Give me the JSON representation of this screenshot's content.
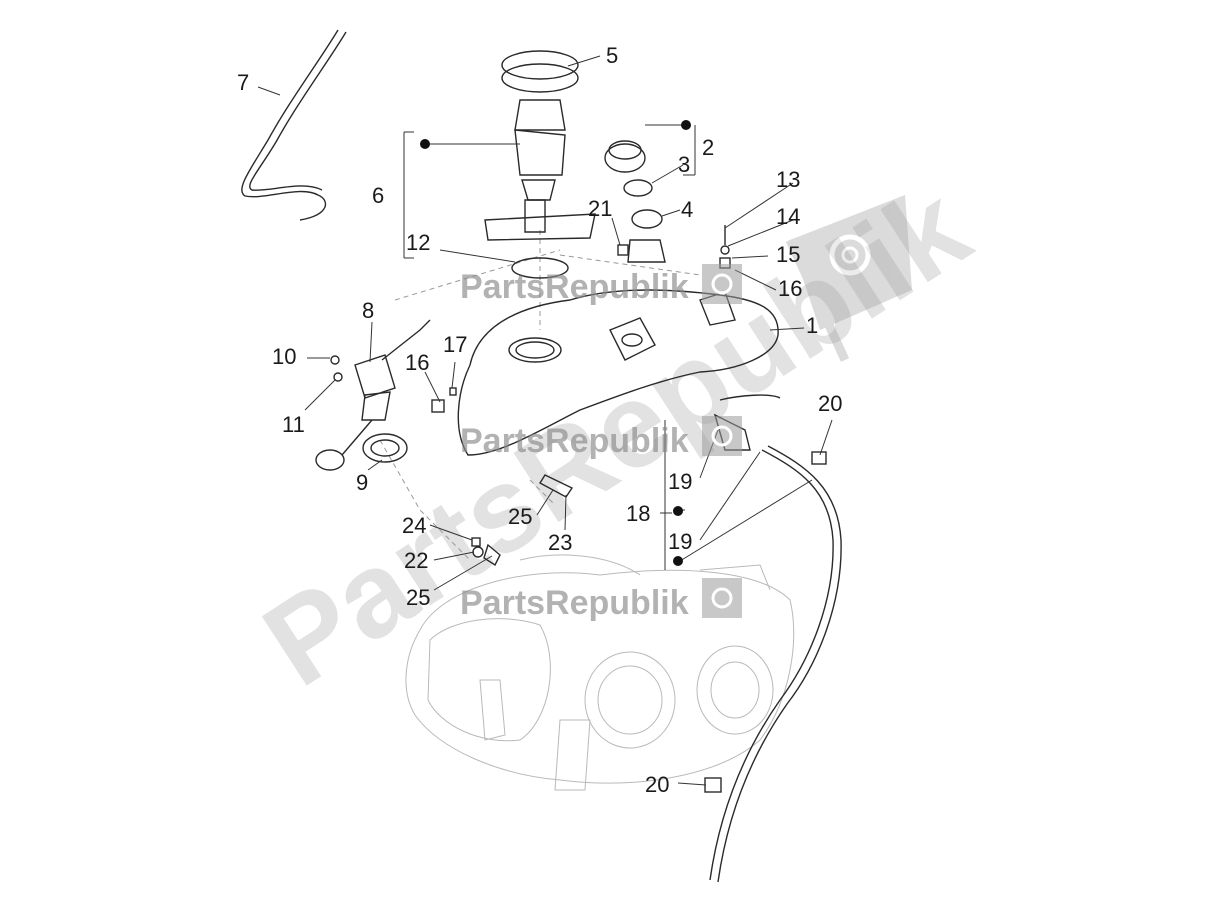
{
  "watermark": {
    "brand": "PartsRepublik",
    "big": "PartsRepublik",
    "icon": "gear-icon"
  },
  "callouts": [
    "1",
    "2",
    "3",
    "4",
    "5",
    "6",
    "7",
    "8",
    "9",
    "10",
    "11",
    "12",
    "13",
    "14",
    "15",
    "16",
    "16",
    "17",
    "18",
    "19",
    "19",
    "20",
    "20",
    "21",
    "22",
    "23",
    "24",
    "25",
    "25"
  ],
  "colors": {
    "line": "#2a2a2a",
    "ghost": "#b9b9b9",
    "watermark": "#8a8a8a"
  }
}
